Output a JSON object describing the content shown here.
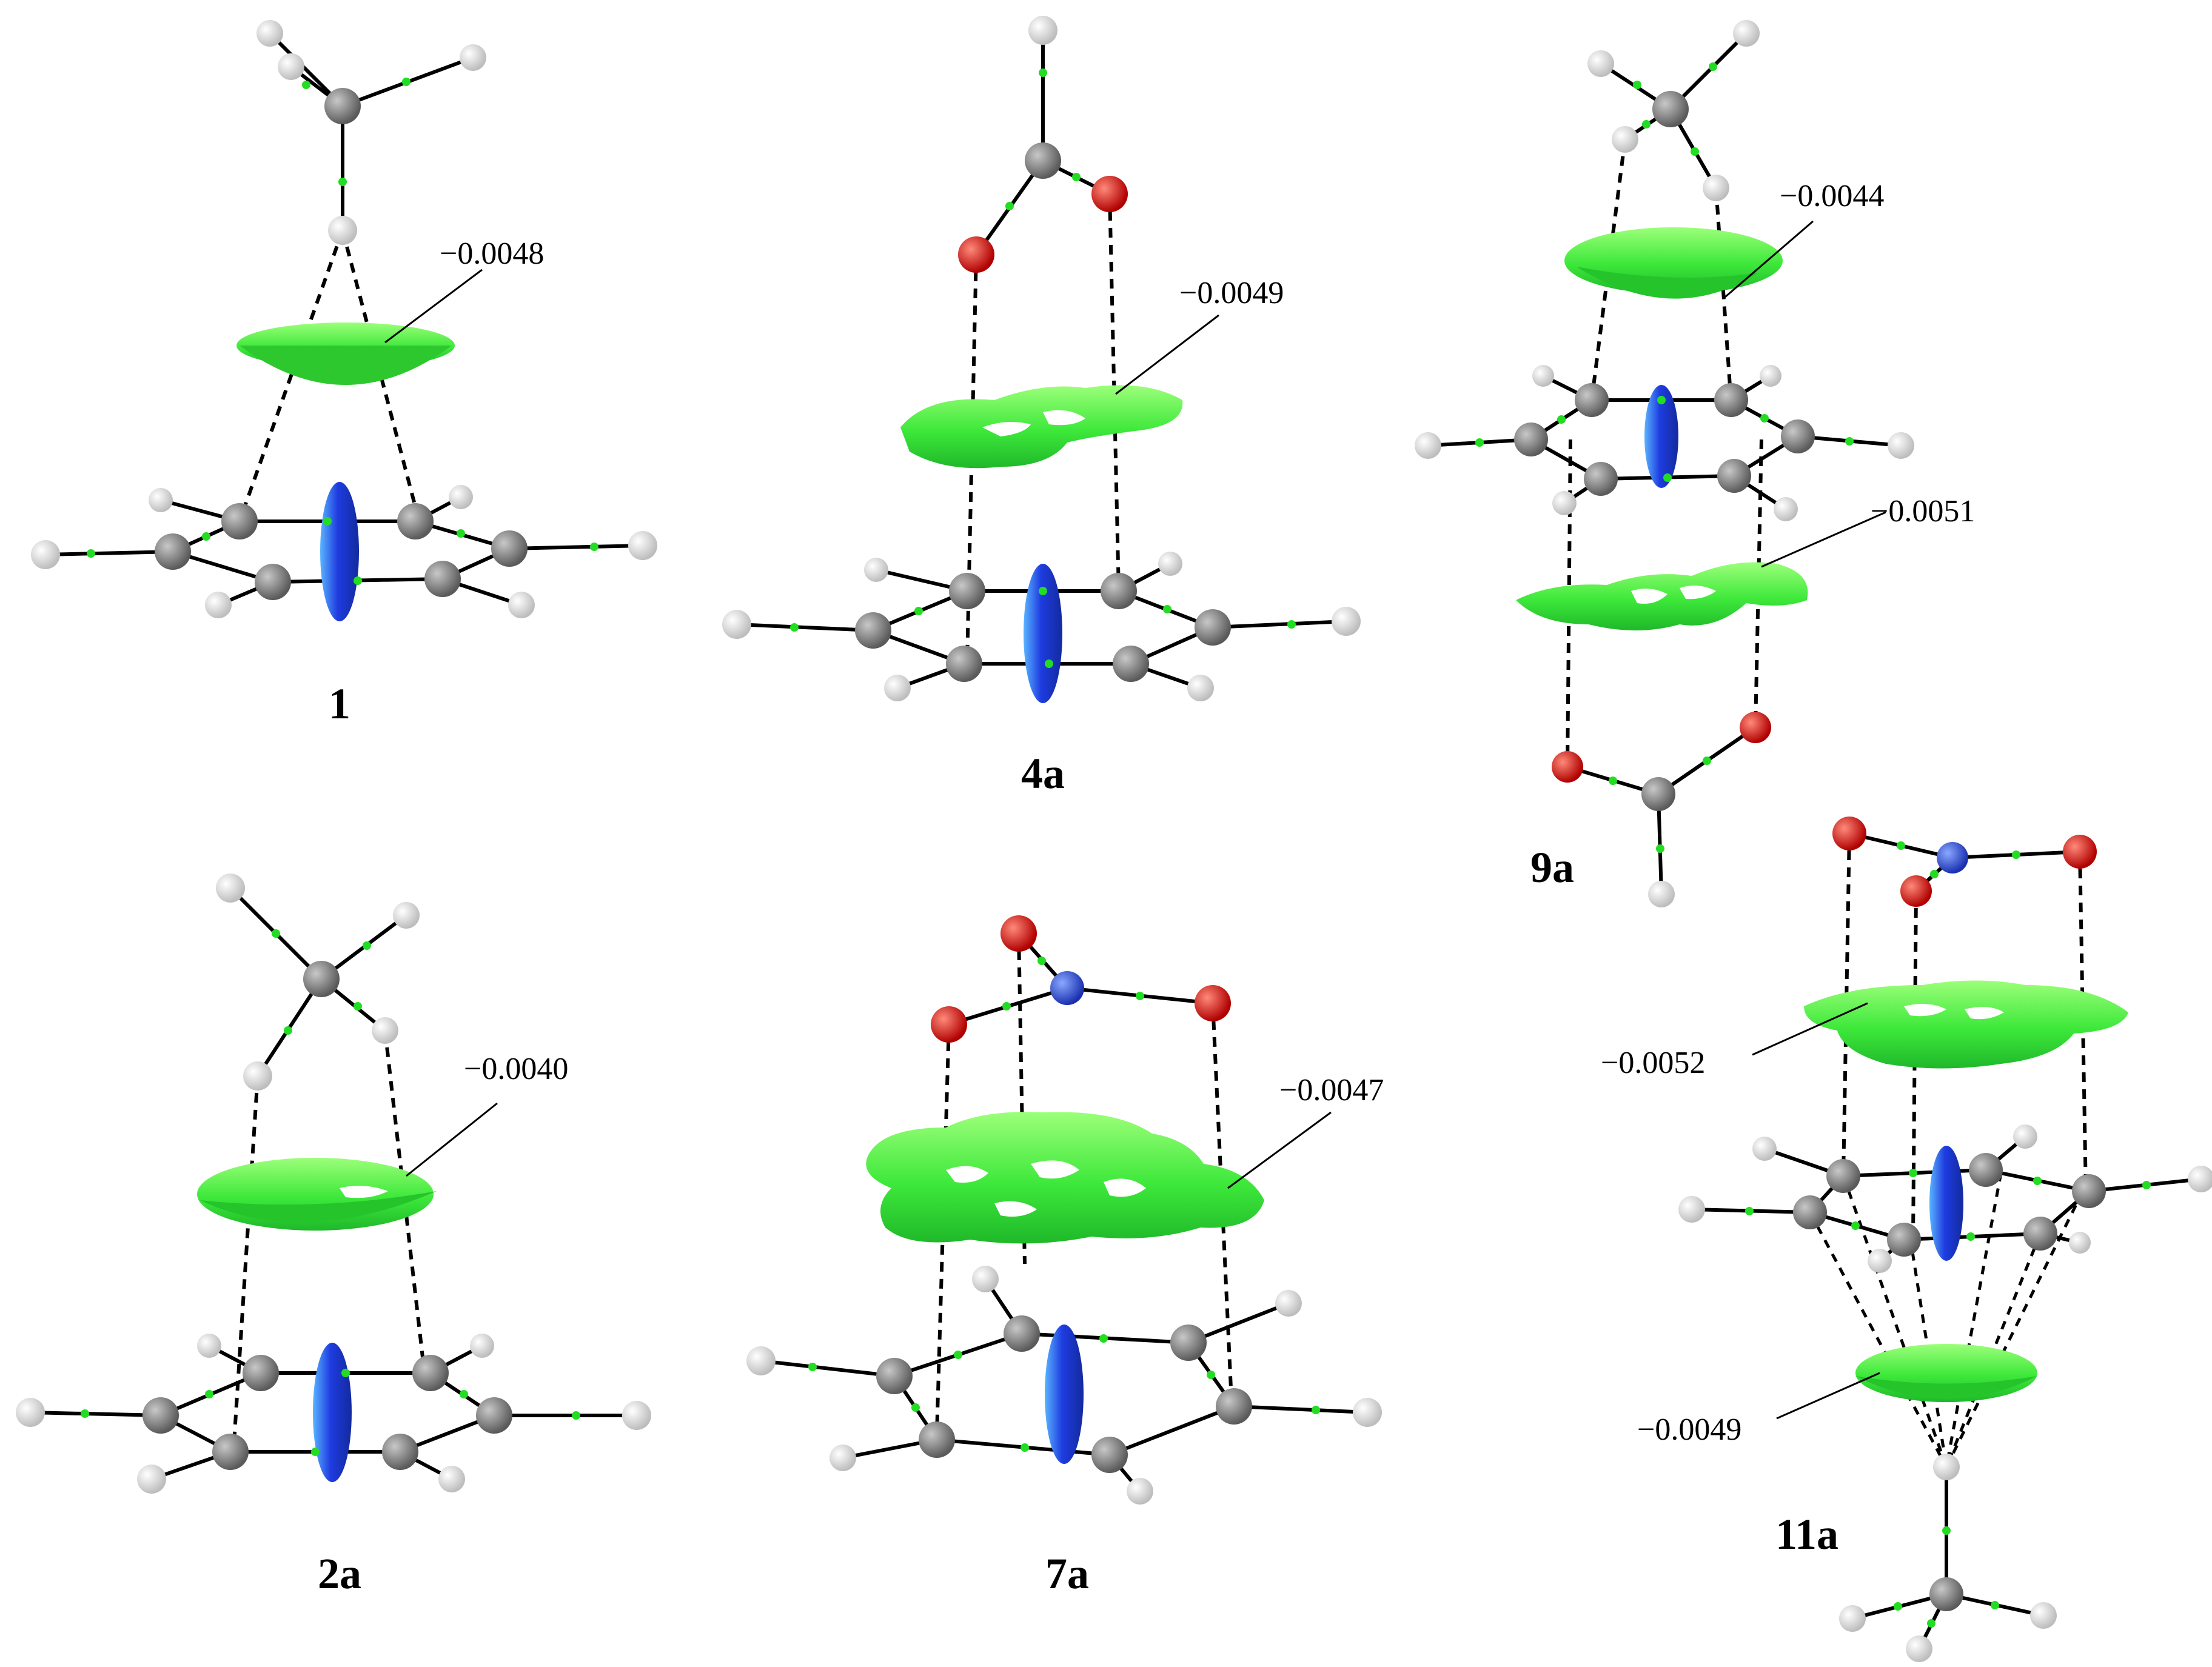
{
  "colors": {
    "background": "#ffffff",
    "carbon": "#808080",
    "hydrogen": "#f0f0f0",
    "oxygen": "#e01010",
    "nitrogen": "#2a50e0",
    "bond": "#000000",
    "bcp": "#22dd22",
    "nci_surface": "#33ee33",
    "pi_surface": "#1e3ce0"
  },
  "panels": [
    {
      "id": "1",
      "label": "1",
      "values": [
        "−0.0048"
      ]
    },
    {
      "id": "4a",
      "label": "4a",
      "values": [
        "−0.0049"
      ]
    },
    {
      "id": "9a",
      "label": "9a",
      "values": [
        "−0.0044",
        "−0.0051"
      ]
    },
    {
      "id": "2a",
      "label": "2a",
      "values": [
        "−0.0040"
      ]
    },
    {
      "id": "7a",
      "label": "7a",
      "values": [
        "−0.0047"
      ]
    },
    {
      "id": "11a",
      "label": "11a",
      "values": [
        "−0.0052",
        "−0.0049"
      ]
    }
  ]
}
